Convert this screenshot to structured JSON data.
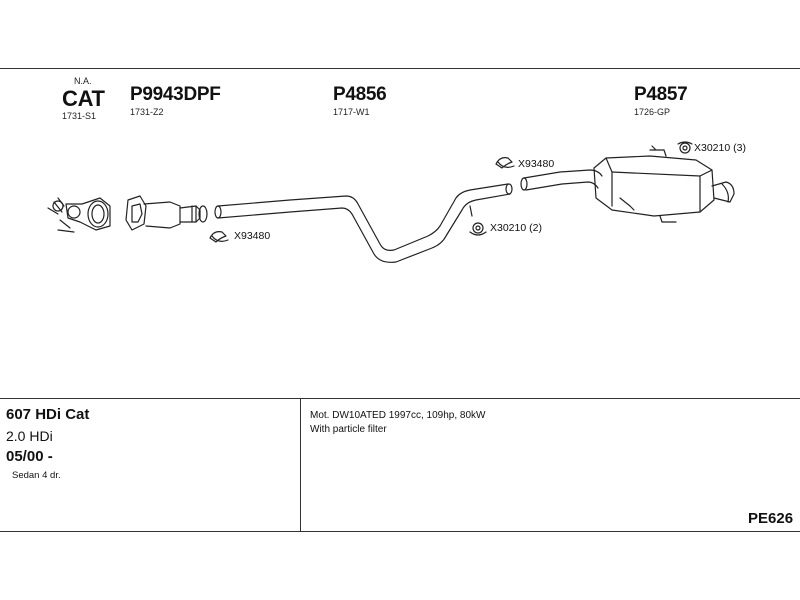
{
  "header": {
    "na_note": "N.A.",
    "parts": [
      {
        "code": "CAT",
        "sub": "1731-S1"
      },
      {
        "code": "P9943DPF",
        "sub": "1731-Z2"
      },
      {
        "code": "P4856",
        "sub": "1717-W1"
      },
      {
        "code": "P4857",
        "sub": "1726-GP"
      }
    ]
  },
  "callouts": {
    "clamp_left": "X93480",
    "clamp_right": "X93480",
    "mount_middle": "X30210 (2)",
    "mount_rear": "X30210 (3)"
  },
  "vehicle": {
    "model": "607 HDi Cat",
    "engine": "2.0 HDi",
    "date": "05/00 -",
    "body": "Sedan 4 dr."
  },
  "spec": {
    "line1": "Mot. DW10ATED 1997cc, 109hp, 80kW",
    "line2": "With particle filter"
  },
  "reference": "PE626"
}
